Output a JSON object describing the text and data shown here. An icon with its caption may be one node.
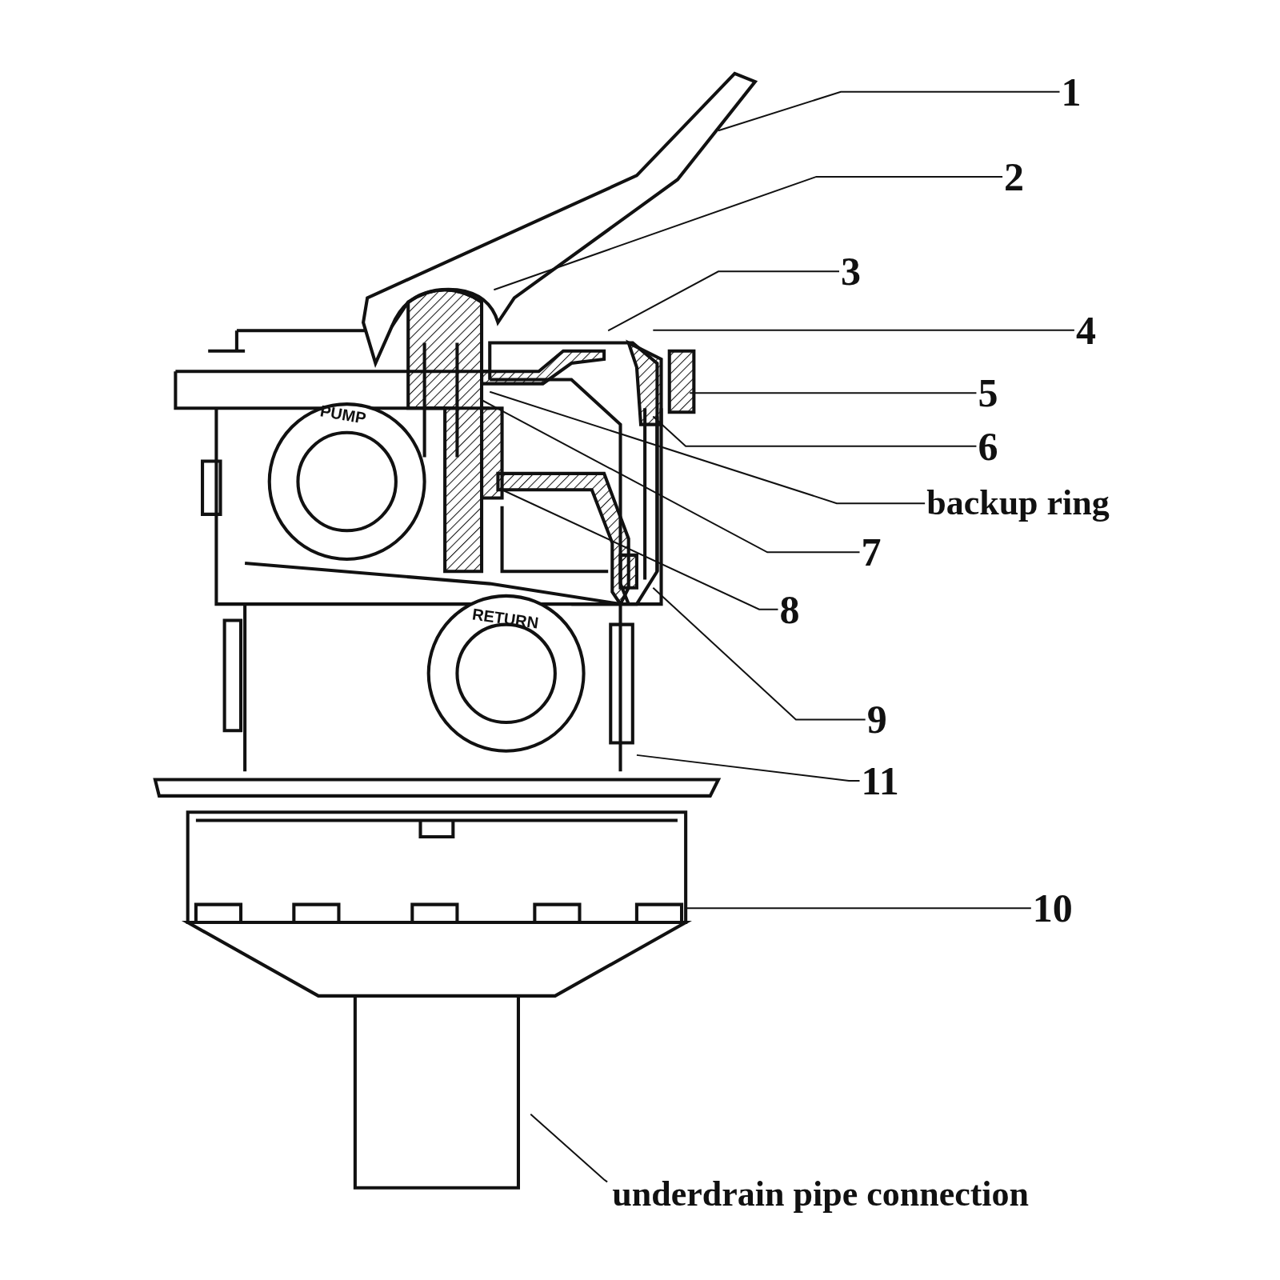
{
  "diagram": {
    "nodes": [
      {
        "text": [
          "1"
        ]
      },
      {
        "text": [
          "2"
        ]
      },
      {
        "text": [
          "3"
        ]
      },
      {
        "text": [
          "4"
        ]
      },
      {
        "text": [
          "5"
        ]
      },
      {
        "text": [
          "6"
        ]
      },
      {
        "text": [
          "backup ring"
        ]
      },
      {
        "text": [
          "7"
        ]
      },
      {
        "text": [
          "8"
        ]
      },
      {
        "text": [
          "9"
        ]
      },
      {
        "text": [
          "11"
        ]
      },
      {
        "text": [
          "10"
        ]
      },
      {
        "text": [
          "underdrain pipe connection"
        ]
      }
    ],
    "edges": [
      {
        "from": 0,
        "to": null,
        "arrow": "none"
      },
      {
        "from": 1,
        "to": null,
        "arrow": "none"
      },
      {
        "from": 2,
        "to": null,
        "arrow": "none"
      },
      {
        "from": 3,
        "to": null,
        "arrow": "none"
      },
      {
        "from": 4,
        "to": null,
        "arrow": "none"
      },
      {
        "from": 5,
        "to": null,
        "arrow": "none"
      },
      {
        "from": 6,
        "to": null,
        "arrow": "none"
      },
      {
        "from": 7,
        "to": null,
        "arrow": "none"
      },
      {
        "from": 8,
        "to": null,
        "arrow": "none"
      },
      {
        "from": 9,
        "to": null,
        "arrow": "none"
      },
      {
        "from": 10,
        "to": null,
        "arrow": "none"
      },
      {
        "from": 11,
        "to": null,
        "arrow": "none"
      },
      {
        "from": 12,
        "to": null,
        "arrow": "none"
      }
    ],
    "labels": [
      "PUMP",
      "RETURN"
    ]
  }
}
